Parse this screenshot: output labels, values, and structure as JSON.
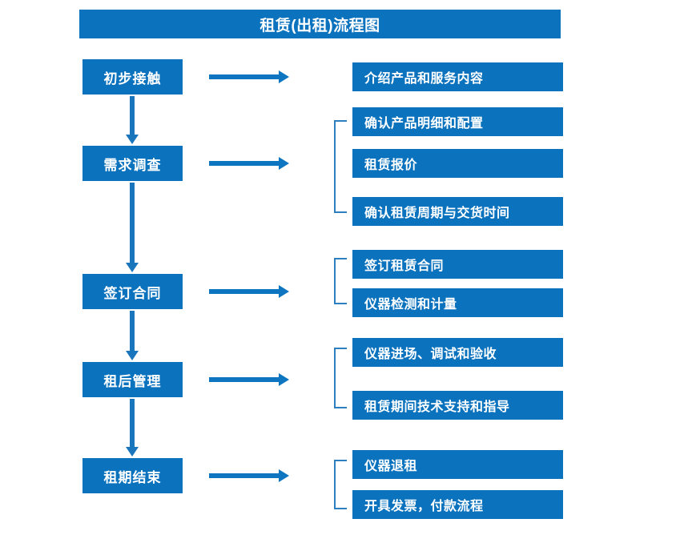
{
  "title": "租赁(出租)流程图",
  "colors": {
    "box_blue": "#0B72BE",
    "arrow_blue": "#0E76C0",
    "bracket_blue": "#2E7FC0",
    "box_text": "#FFFFFF",
    "background": "#FFFFFF"
  },
  "stages": [
    {
      "label": "初步接触"
    },
    {
      "label": "需求调查"
    },
    {
      "label": "签订合同"
    },
    {
      "label": "租后管理"
    },
    {
      "label": "租期结束"
    }
  ],
  "groups": [
    {
      "stage": "初步接触",
      "bracketed": false,
      "items": [
        {
          "label": "介绍产品和服务内容"
        }
      ]
    },
    {
      "stage": "需求调查",
      "bracketed": true,
      "items": [
        {
          "label": "确认产品明细和配置"
        },
        {
          "label": "租赁报价"
        },
        {
          "label": "确认租赁周期与交货时间"
        }
      ]
    },
    {
      "stage": "签订合同",
      "bracketed": true,
      "items": [
        {
          "label": "签订租赁合同"
        },
        {
          "label": "仪器检测和计量"
        }
      ]
    },
    {
      "stage": "租后管理",
      "bracketed": true,
      "items": [
        {
          "label": "仪器进场、调试和验收"
        },
        {
          "label": "租赁期间技术支持和指导"
        }
      ]
    },
    {
      "stage": "租期结束",
      "bracketed": true,
      "items": [
        {
          "label": "仪器退租"
        },
        {
          "label": "开具发票，付款流程"
        }
      ]
    }
  ]
}
